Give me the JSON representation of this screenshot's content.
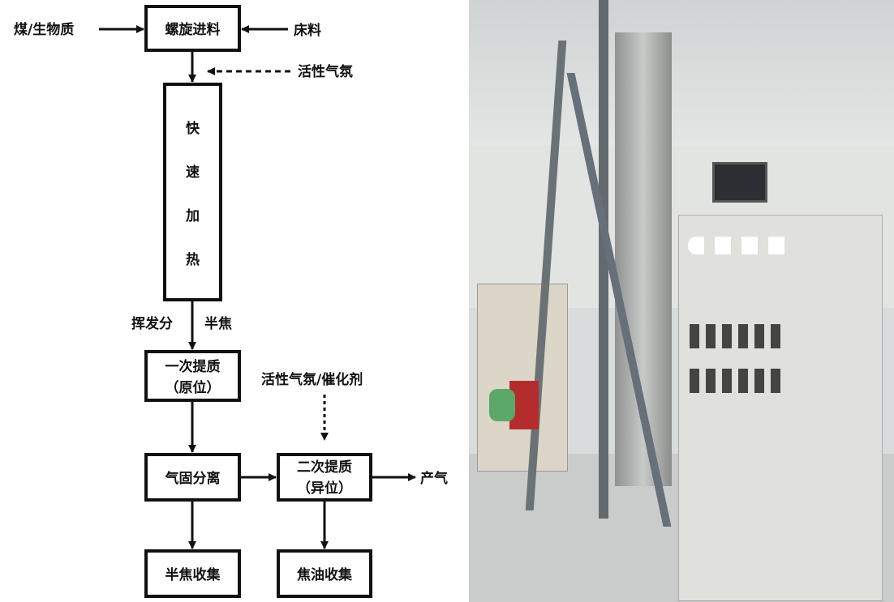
{
  "flowchart": {
    "inputs": {
      "coal_biomass": "煤/生物质",
      "bed_material": "床料",
      "active_atmosphere": "活性气氛"
    },
    "boxes": {
      "screw_feed": "螺旋进料",
      "fast_heating": [
        "快",
        "速",
        "加",
        "热"
      ],
      "primary_upgrade": [
        "一次提质",
        "（原位）"
      ],
      "gas_solid_separation": "气固分离",
      "secondary_upgrade": [
        "二次提质",
        "（异位）"
      ],
      "char_collection": "半焦收集",
      "tar_collection": "焦油收集"
    },
    "labels": {
      "volatiles": "挥发分",
      "char": "半焦",
      "atmosphere_catalyst": "活性气氛/催化剂",
      "product_gas": "产气"
    }
  }
}
